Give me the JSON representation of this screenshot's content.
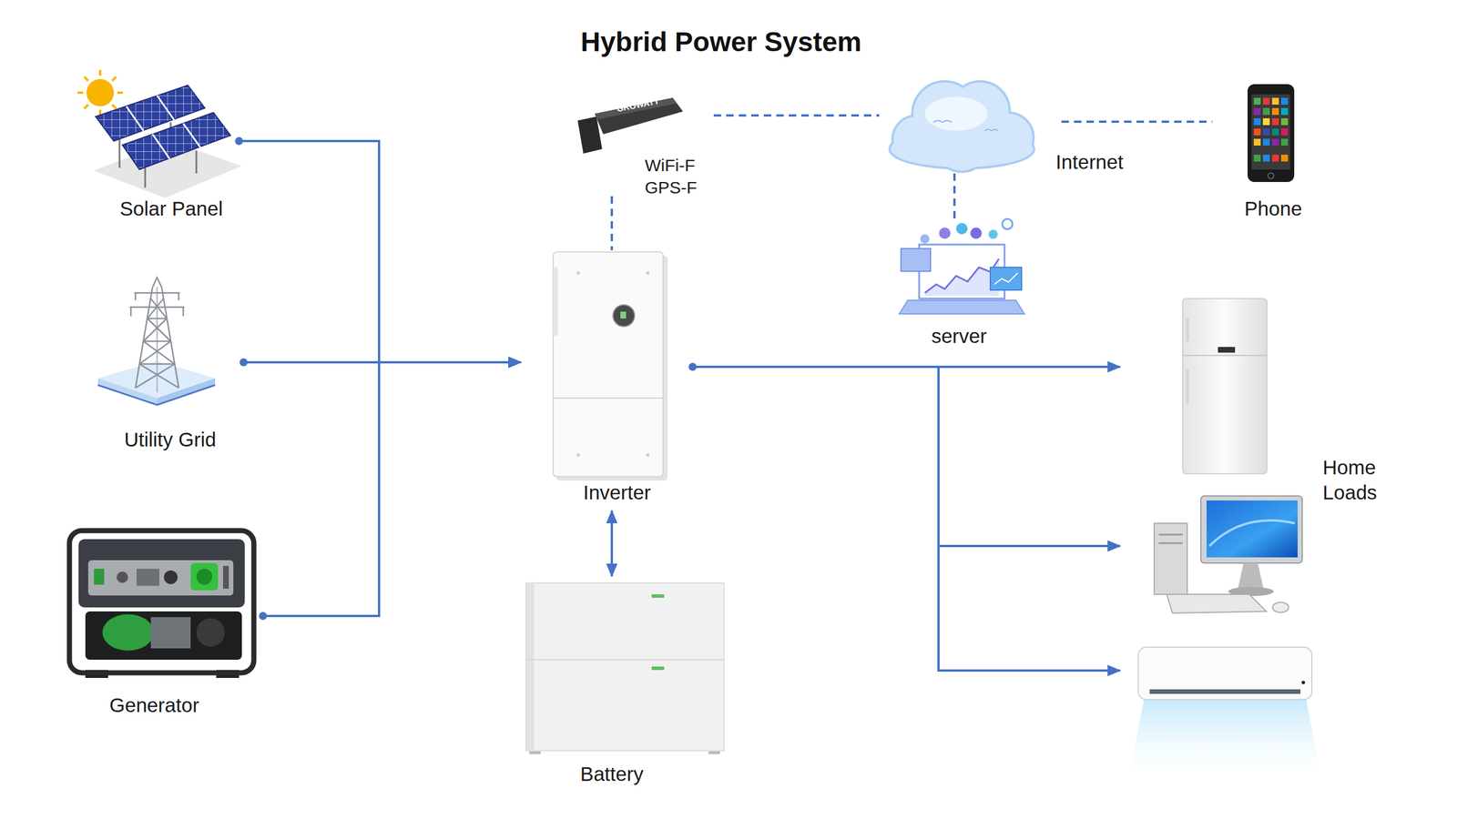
{
  "diagram": {
    "title": "Hybrid Power System",
    "nodes": [
      {
        "text": [
          "Solar Panel"
        ]
      },
      {
        "text": [
          "WiFi-F GPS-F"
        ]
      },
      {
        "text": [
          "Internet"
        ]
      },
      {
        "text": [
          "Phone"
        ]
      },
      {
        "text": [
          "server"
        ]
      },
      {
        "text": [
          "Utility Grid"
        ]
      },
      {
        "text": [
          "Inverter"
        ]
      },
      {
        "text": [
          "Home Loads"
        ]
      },
      {
        "text": [
          "Generator"
        ]
      },
      {
        "text": [
          "Battery"
        ]
      }
    ],
    "edges": [
      {
        "from": 0,
        "to": 6,
        "arrow": "to"
      },
      {
        "from": 5,
        "to": 6,
        "arrow": "to"
      },
      {
        "from": 8,
        "to": 6,
        "arrow": "to"
      },
      {
        "from": 6,
        "to": 7,
        "arrow": "to"
      },
      {
        "from": 6,
        "to": 9,
        "arrow": "both"
      },
      {
        "from": 1,
        "to": 6,
        "arrow": "none"
      },
      {
        "from": 1,
        "to": 2,
        "arrow": "none"
      },
      {
        "from": 2,
        "to": 3,
        "arrow": "none"
      },
      {
        "from": 2,
        "to": 4,
        "arrow": "none"
      }
    ],
    "labels": [
      "GROWATT"
    ]
  }
}
